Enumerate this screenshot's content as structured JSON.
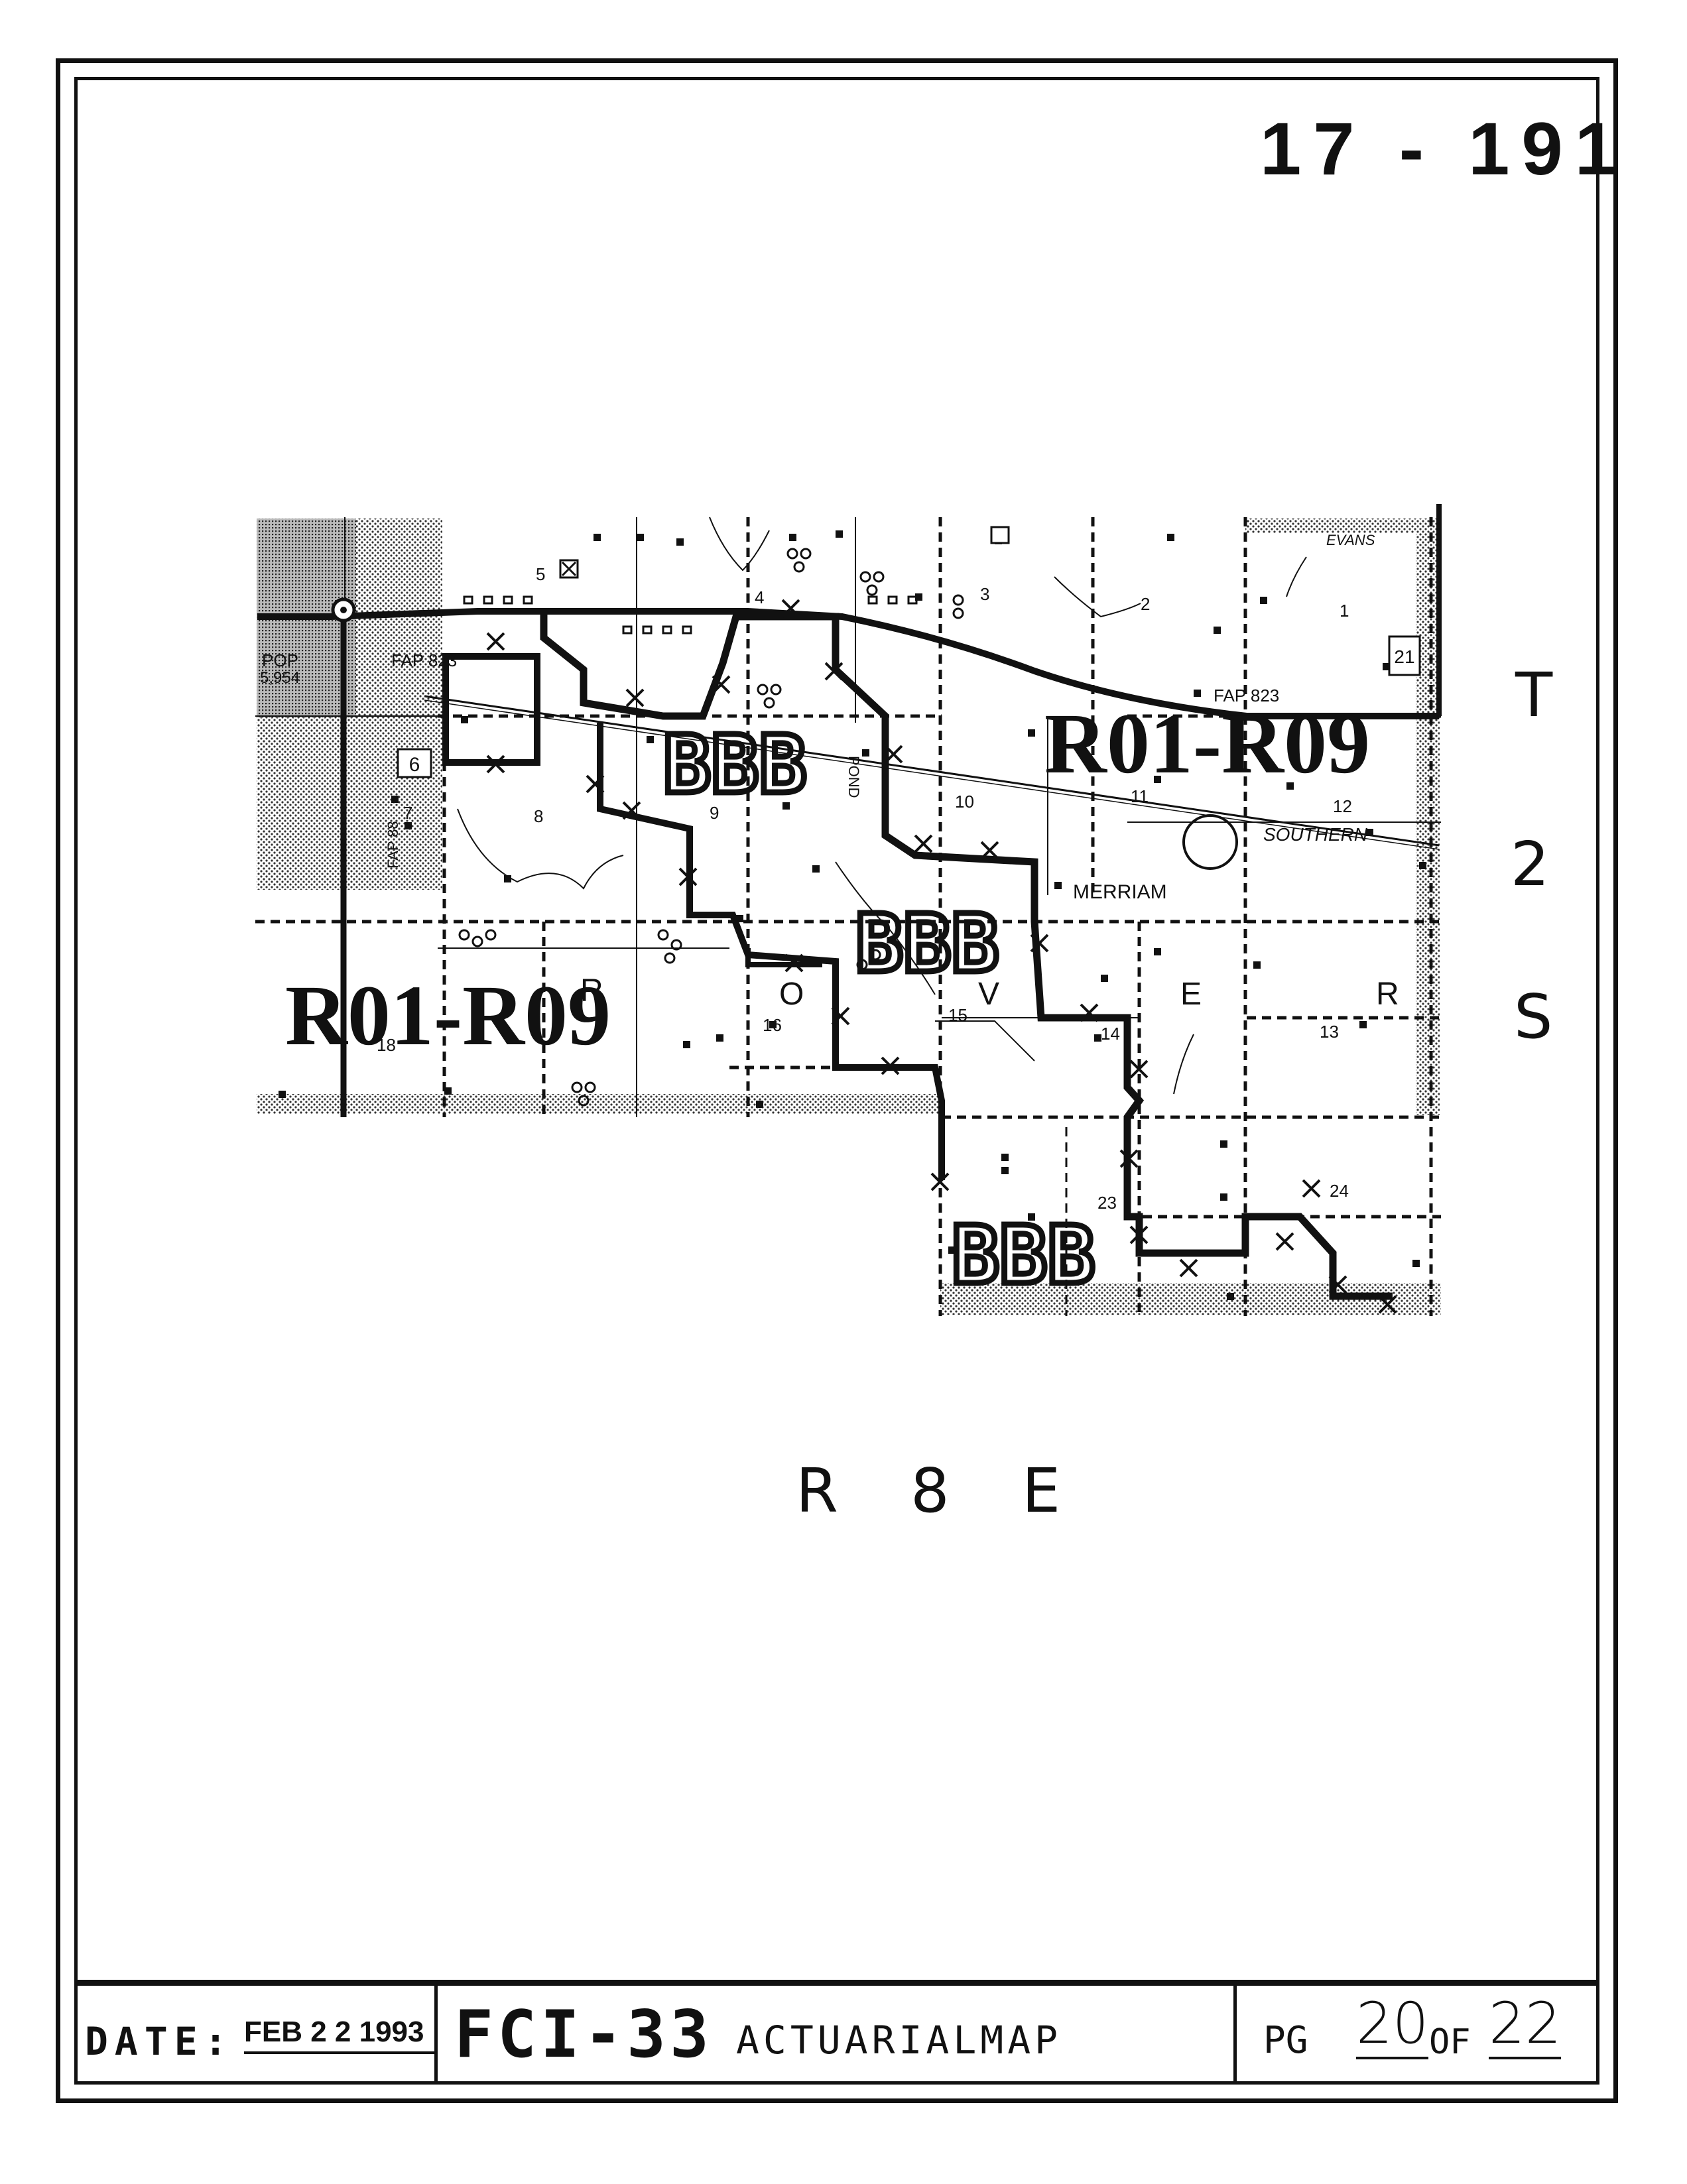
{
  "header": {
    "map_number": "17 - 191"
  },
  "township": {
    "t": "T",
    "num": "2",
    "s": "S"
  },
  "range": {
    "label": "R 8 E"
  },
  "map": {
    "zone_codes": [
      "R01-R09",
      "R01-R09"
    ],
    "rating_codes": [
      "BBB",
      "BBB",
      "BBB"
    ],
    "road_labels": {
      "evans": "EVANS",
      "merriam": "MERRIAM",
      "southern": "SOUTHERN",
      "pond": "POND"
    },
    "route_shields": {
      "fap_823_a": "FAP 823",
      "fap_823_b": "FAP 823",
      "fap_88": "FAP 88",
      "route_6": "6",
      "route_21": "21"
    },
    "town": {
      "pop": "POP",
      "pop_value": "5,954"
    },
    "section_numbers": [
      "1",
      "2",
      "3",
      "4",
      "5",
      "7",
      "8",
      "9",
      "10",
      "11",
      "12",
      "13",
      "14",
      "15",
      "16",
      "18",
      "23",
      "24"
    ],
    "county_letters": [
      "O",
      "V",
      "E",
      "R",
      "R"
    ]
  },
  "footer": {
    "date_caption": "DATE:",
    "date_value": "FEB 2 2 1993",
    "form_id": "FCI-33",
    "form_title": "ACTUARIALMAP",
    "page_caption": "PG",
    "page_number": "20",
    "page_of": "OF",
    "page_total": "22"
  }
}
